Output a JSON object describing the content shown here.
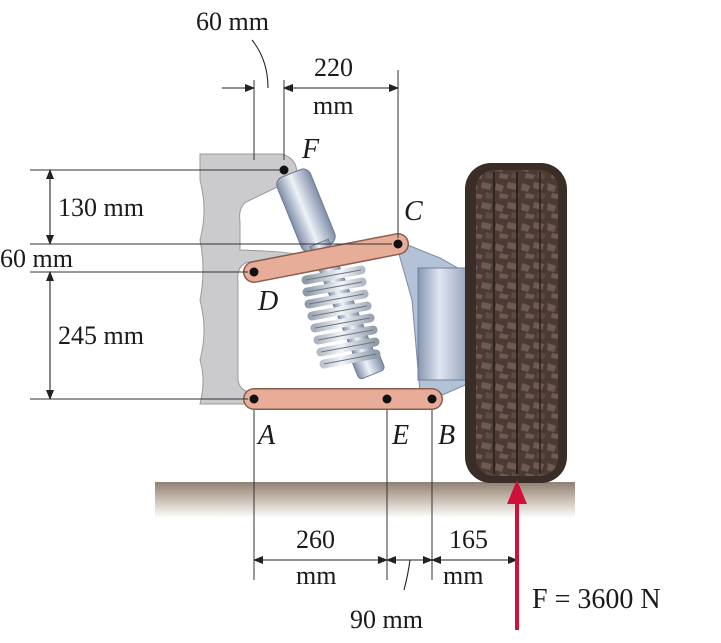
{
  "dimensions": {
    "top_60": "60 mm",
    "top_220": "220",
    "top_220_unit": "mm",
    "left_130": "130 mm",
    "left_60": "60 mm",
    "left_245": "245 mm",
    "bottom_260": "260",
    "bottom_260_unit": "mm",
    "bottom_90": "90 mm",
    "bottom_165": "165",
    "bottom_165_unit": "mm"
  },
  "points": {
    "A": "A",
    "B": "B",
    "C": "C",
    "D": "D",
    "E": "E",
    "F": "F"
  },
  "force": {
    "label": "F = 3600 N",
    "color": "#d0103a"
  },
  "colors": {
    "link": "#e6a995",
    "frame": "#cfd0d2",
    "hub": "#b8c6dc",
    "tire": "#4a3a33",
    "ground": "#a89a8c"
  }
}
